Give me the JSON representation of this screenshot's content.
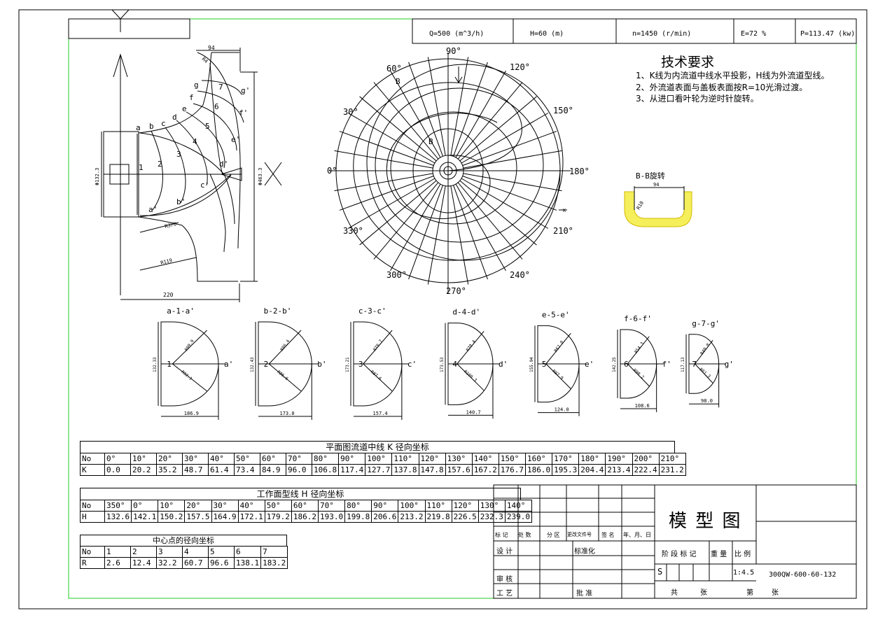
{
  "params": {
    "q": "Q=500 (m^3/h)",
    "h": "H=60 (m)",
    "n": "n=1450 (r/min)",
    "e": "E=72 %",
    "p": "P=113.47 (kw)"
  },
  "requirements": {
    "title": "技术要求",
    "items": [
      "1、K线为内流道中线水平投影，H线为外流道型线。",
      "2、外流道表面与盖板表面按R=10光滑过渡。",
      "3、从进口看叶轮为逆时针旋转。"
    ]
  },
  "plan_view": {
    "dims": {
      "top": "94",
      "bottom": "220",
      "left": "Φ132.3",
      "right": "Φ463.3",
      "r1": "R370",
      "r2": "R119",
      "r3": "R4"
    },
    "letters_top": [
      "a",
      "b",
      "c",
      "d",
      "e",
      "f",
      "g"
    ],
    "letters_out": [
      "a'",
      "b'",
      "c'",
      "d'",
      "e'",
      "f'",
      "g'"
    ],
    "numbers": [
      "1",
      "2",
      "3",
      "4",
      "5",
      "6",
      "7"
    ]
  },
  "polar": {
    "angles": [
      "0°",
      "30°",
      "60°",
      "90°",
      "120°",
      "150°",
      "180°",
      "210°",
      "240°",
      "270°",
      "300°",
      "330°"
    ],
    "b": "B",
    "k": "K"
  },
  "bb": {
    "title": "B-B旋转",
    "dim": "94",
    "r": "R10"
  },
  "sections": [
    {
      "title": "a-1-a'",
      "num": "1",
      "out": "a'",
      "dim": "186.9",
      "v": "132.33",
      "r1": "R89.9",
      "r2": "R92.1"
    },
    {
      "title": "b-2-b'",
      "num": "2",
      "out": "b'",
      "dim": "173.0",
      "v": "132.43",
      "r1": "R86.4",
      "r2": "R86.6"
    },
    {
      "title": "c-3-c'",
      "num": "3",
      "out": "c'",
      "dim": "157.4",
      "v": "173.21",
      "r1": "R78.7",
      "r2": "R87.6"
    },
    {
      "title": "d-4-d'",
      "num": "4",
      "out": "d'",
      "dim": "140.7",
      "v": "173.53",
      "r1": "R70.4",
      "r2": "R100.3"
    },
    {
      "title": "e-5-e'",
      "num": "5",
      "out": "e'",
      "dim": "124.0",
      "v": "155.94",
      "r1": "R62.0",
      "r2": "R97.9"
    },
    {
      "title": "f-6-f'",
      "num": "6",
      "out": "f'",
      "dim": "108.6",
      "v": "142.25",
      "r1": "R54.3",
      "r2": "R98.2"
    },
    {
      "title": "g-7-g'",
      "num": "7",
      "out": "g'",
      "dim": "98.0",
      "v": "117.13",
      "r1": "R49.0",
      "r2": "R61.3"
    }
  ],
  "table_k": {
    "title": "平面图流道中线 K 径向坐标",
    "row1_label": "No",
    "row2_label": "K",
    "headers": [
      "0°",
      "10°",
      "20°",
      "30°",
      "40°",
      "50°",
      "60°",
      "70°",
      "80°",
      "90°",
      "100°",
      "110°",
      "120°",
      "130°",
      "140°",
      "150°",
      "160°",
      "170°",
      "180°",
      "190°",
      "200°",
      "210°"
    ],
    "values": [
      "0.0",
      "20.2",
      "35.2",
      "48.7",
      "61.4",
      "73.4",
      "84.9",
      "96.0",
      "106.8",
      "117.4",
      "127.7",
      "137.8",
      "147.8",
      "157.6",
      "167.2",
      "176.7",
      "186.0",
      "195.3",
      "204.4",
      "213.4",
      "222.4",
      "231.2"
    ]
  },
  "table_h": {
    "title": "工作面型线 H 径向坐标",
    "row1_label": "No",
    "row2_label": "H",
    "headers": [
      "350°",
      "0°",
      "10°",
      "20°",
      "30°",
      "40°",
      "50°",
      "60°",
      "70°",
      "80°",
      "90°",
      "100°",
      "110°",
      "120°",
      "130°",
      "140°"
    ],
    "values": [
      "132.6",
      "142.1",
      "150.2",
      "157.5",
      "164.9",
      "172.1",
      "179.2",
      "186.2",
      "193.0",
      "199.8",
      "206.6",
      "213.2",
      "219.8",
      "226.5",
      "232.3",
      "239.0"
    ]
  },
  "table_r": {
    "title": "中心点的径向坐标",
    "row1_label": "No",
    "row2_label": "R",
    "headers": [
      "1",
      "2",
      "3",
      "4",
      "5",
      "6",
      "7"
    ],
    "values": [
      "2.6",
      "12.4",
      "32.2",
      "60.7",
      "96.6",
      "138.1",
      "183.2"
    ]
  },
  "title_block": {
    "name": "模 型 图",
    "code": "300QW-600-60-132",
    "l_biaoji": "标 记",
    "l_chushu": "处 数",
    "l_fenqu": "分 区",
    "l_wenjian": "更改文件号",
    "l_qianming": "签 名",
    "l_date": "年、月、日",
    "l_sheji": "设 计",
    "l_biaozhun": "标准化",
    "l_shenhe": "审 核",
    "l_gongyi": "工 艺",
    "l_pizhun": "批 准",
    "l_jieduan": "阶 段 标 记",
    "l_zhongliang": "重 量",
    "l_bili": "比 例",
    "stage": "S",
    "scale": "1:4.5",
    "l_gong": "共",
    "l_zhang1": "张",
    "l_di": "第",
    "l_zhang2": "张"
  }
}
